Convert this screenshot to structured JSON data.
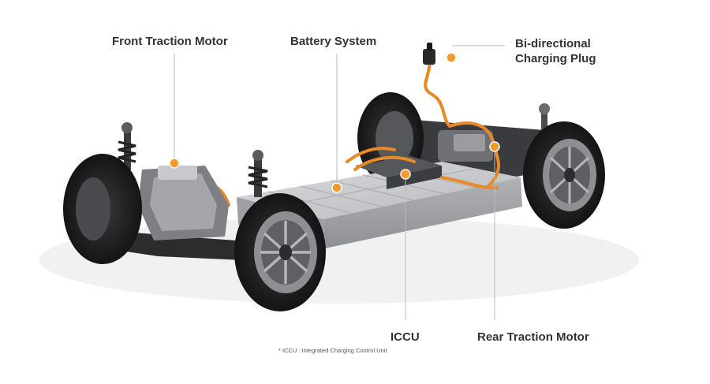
{
  "colors": {
    "accent_orange": "#f39a2b",
    "leader_gray": "#bbbbbb",
    "label_text": "#333333",
    "tire": "#1e1e1e",
    "rim": "#8d8f93",
    "battery_top": "#c9cbcd",
    "battery_side": "#a7a9ac",
    "frame": "#2c2c2e"
  },
  "labels": {
    "front_traction_motor": "Front Traction Motor",
    "battery_system": "Battery System",
    "charging_plug_line1": "Bi-directional",
    "charging_plug_line2": "Charging Plug",
    "iccu": "ICCU",
    "rear_traction_motor": "Rear Traction Motor"
  },
  "footnote": "* ICCU : Integrated Charging Control Unit",
  "icons": {
    "callout_marker": "orange-dot-icon"
  }
}
